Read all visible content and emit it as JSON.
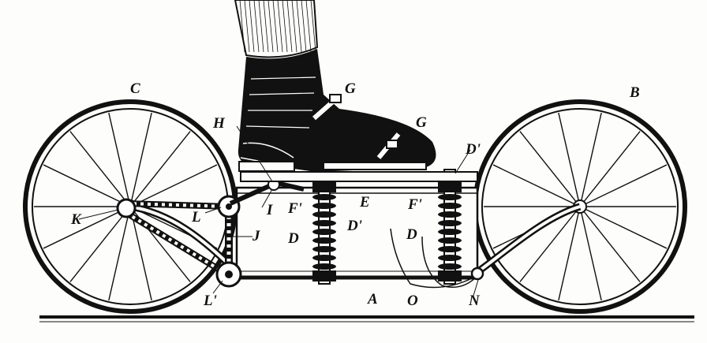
{
  "figure": {
    "style": "black-and-white patent line engraving",
    "subject": "spring-suspended foot skate with two large spoked wheels and chain drive",
    "colors": {
      "ink": "#111111",
      "paper": "#fdfdfb"
    }
  },
  "labels": {
    "a": "A",
    "b": "B",
    "c": "C",
    "d_left": "D",
    "d_right": "D",
    "d_prime_mid": "D'",
    "d_prime_top": "D'",
    "e": "E",
    "f_prime_left": "F'",
    "f_prime_right": "F'",
    "g_top": "G",
    "g_lower": "G",
    "h": "H",
    "i": "I",
    "j": "J",
    "k": "K",
    "l": "L",
    "l_prime": "L'",
    "n": "N",
    "o": "O"
  }
}
